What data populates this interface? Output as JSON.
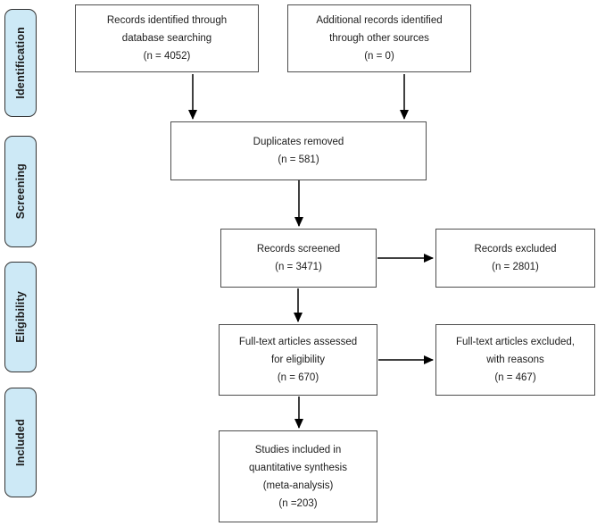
{
  "colors": {
    "background": "#ffffff",
    "sidebar_fill": "#cde9f6",
    "sidebar_border": "#333333",
    "box_fill": "#ffffff",
    "box_border": "#4d4d4d",
    "arrow": "#000000",
    "text": "#1c1c1c"
  },
  "sidebar": {
    "stages": [
      {
        "label": "Identification"
      },
      {
        "label": "Screening"
      },
      {
        "label": "Eligibility"
      },
      {
        "label": "Included"
      }
    ]
  },
  "flowchart": {
    "type": "prisma-flow-diagram",
    "boxes": {
      "database_search": {
        "text": "Records identified through\ndatabase searching\n(n = 4052)"
      },
      "other_sources": {
        "text": "Additional records identified\nthrough other sources\n(n = 0)"
      },
      "duplicates_removed": {
        "text": "Duplicates removed\n(n = 581)"
      },
      "records_screened": {
        "text": "Records screened\n(n = 3471)"
      },
      "records_excluded": {
        "text": "Records excluded\n(n = 2801)"
      },
      "fulltext_assessed": {
        "text": "Full-text articles assessed\nfor eligibility\n(n = 670)"
      },
      "fulltext_excluded": {
        "text": "Full-text articles excluded,\nwith reasons\n(n = 467)"
      },
      "studies_included": {
        "text": "Studies included in\nquantitative synthesis\n(meta-analysis)\n(n =203)"
      }
    }
  }
}
